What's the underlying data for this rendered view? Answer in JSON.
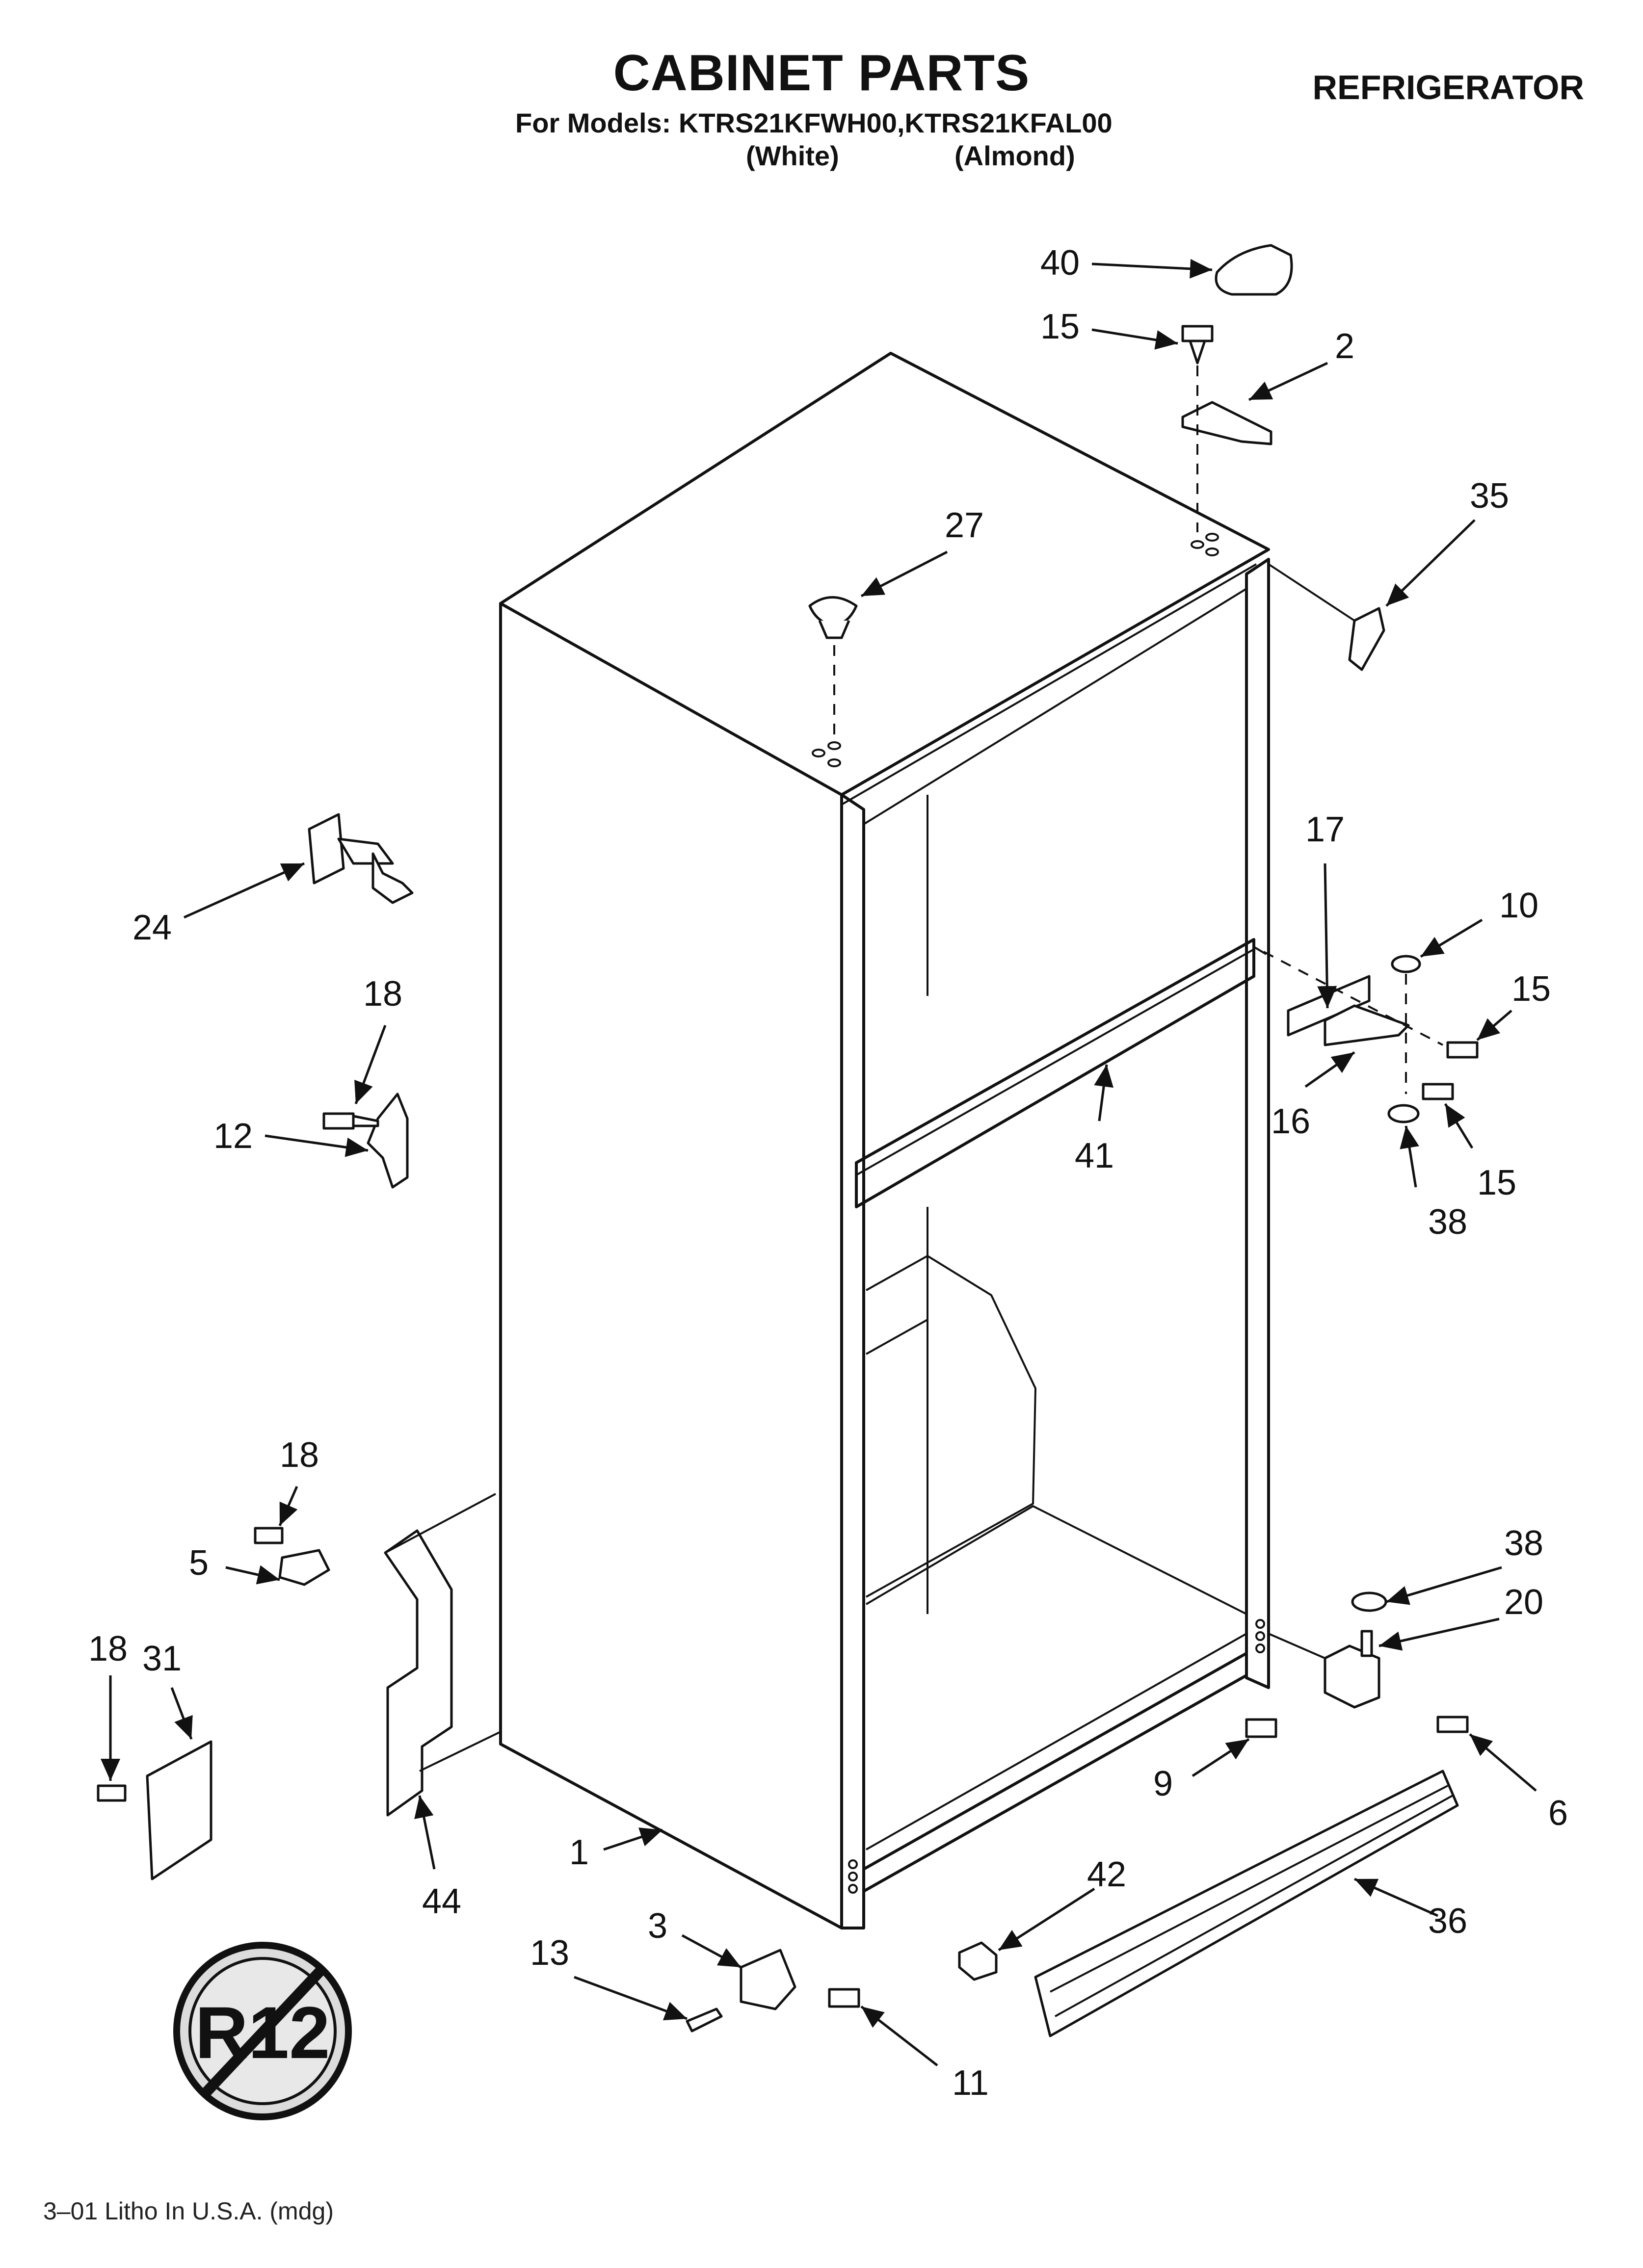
{
  "header": {
    "title": "CABINET PARTS",
    "appliance": "REFRIGERATOR",
    "models_line": "For Models: KTRS21KFWH00,KTRS21KFAL00",
    "color_white": "(White)",
    "color_almond": "(Almond)"
  },
  "footer": {
    "litho": "3–01 Litho In U.S.A. (mdg)"
  },
  "badge": {
    "text": "R12"
  },
  "callouts": [
    {
      "id": "c40",
      "label": "40"
    },
    {
      "id": "c15a",
      "label": "15"
    },
    {
      "id": "c2",
      "label": "2"
    },
    {
      "id": "c35",
      "label": "35"
    },
    {
      "id": "c27",
      "label": "27"
    },
    {
      "id": "c24",
      "label": "24"
    },
    {
      "id": "c17",
      "label": "17"
    },
    {
      "id": "c10",
      "label": "10"
    },
    {
      "id": "c15b",
      "label": "15"
    },
    {
      "id": "c18a",
      "label": "18"
    },
    {
      "id": "c12",
      "label": "12"
    },
    {
      "id": "c41",
      "label": "41"
    },
    {
      "id": "c16",
      "label": "16"
    },
    {
      "id": "c15c",
      "label": "15"
    },
    {
      "id": "c38a",
      "label": "38"
    },
    {
      "id": "c18b",
      "label": "18"
    },
    {
      "id": "c5",
      "label": "5"
    },
    {
      "id": "c31",
      "label": "31"
    },
    {
      "id": "c18c",
      "label": "18"
    },
    {
      "id": "c38b",
      "label": "38"
    },
    {
      "id": "c20",
      "label": "20"
    },
    {
      "id": "c9",
      "label": "9"
    },
    {
      "id": "c6",
      "label": "6"
    },
    {
      "id": "c44",
      "label": "44"
    },
    {
      "id": "c1",
      "label": "1"
    },
    {
      "id": "c42",
      "label": "42"
    },
    {
      "id": "c36",
      "label": "36"
    },
    {
      "id": "c3",
      "label": "3"
    },
    {
      "id": "c13",
      "label": "13"
    },
    {
      "id": "c11",
      "label": "11"
    }
  ]
}
